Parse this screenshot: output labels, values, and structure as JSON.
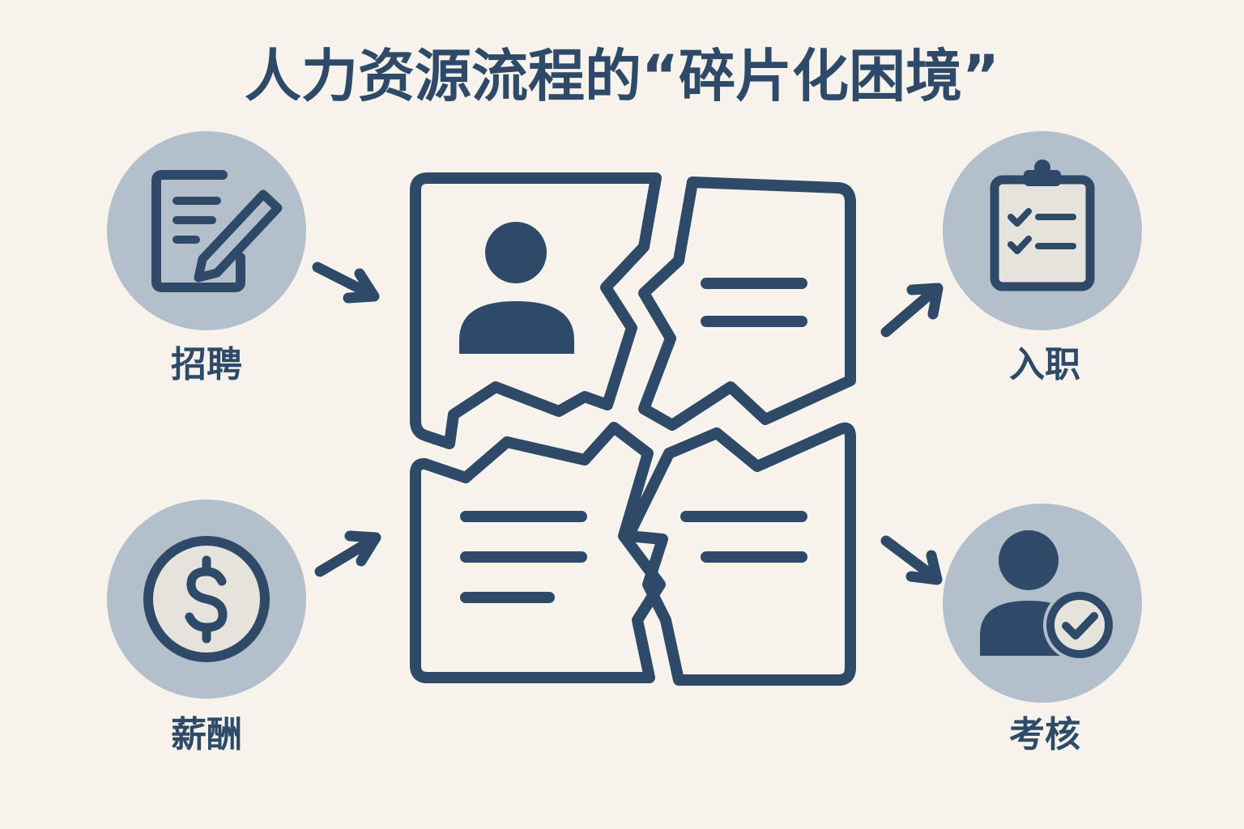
{
  "title": "人力资源流程的“碎片化困境”",
  "colors": {
    "background": "#f7f3ec",
    "primary": "#2e4a68",
    "circle": "#b3bfcb",
    "paper": "#e6e2dc"
  },
  "nodes": {
    "recruitment": {
      "label": "招聘",
      "icon": "document-pencil-icon"
    },
    "compensation": {
      "label": "薪酬",
      "icon": "dollar-icon"
    },
    "onboarding": {
      "label": "入职",
      "icon": "clipboard-checklist-icon"
    },
    "evaluation": {
      "label": "考核",
      "icon": "person-check-icon"
    }
  },
  "center": {
    "icon": "fragmented-document-icon"
  }
}
